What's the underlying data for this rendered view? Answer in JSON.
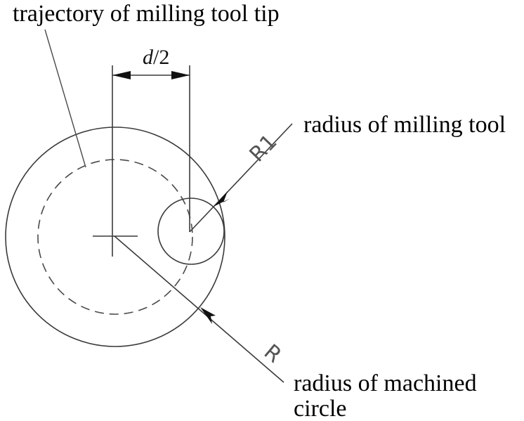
{
  "labels": {
    "trajectory": "trajectory of milling tool tip",
    "tool_radius": "radius of milling tool",
    "machined_radius_line1": "radius of machined",
    "machined_radius_line2": "circle"
  },
  "dimensions": {
    "half_distance_var": "d",
    "half_distance_div": "/2",
    "tool_radius_symbol": "R1",
    "machined_radius_symbol": "R"
  },
  "colors": {
    "line": "#3a3a3a",
    "text": "#000000"
  }
}
